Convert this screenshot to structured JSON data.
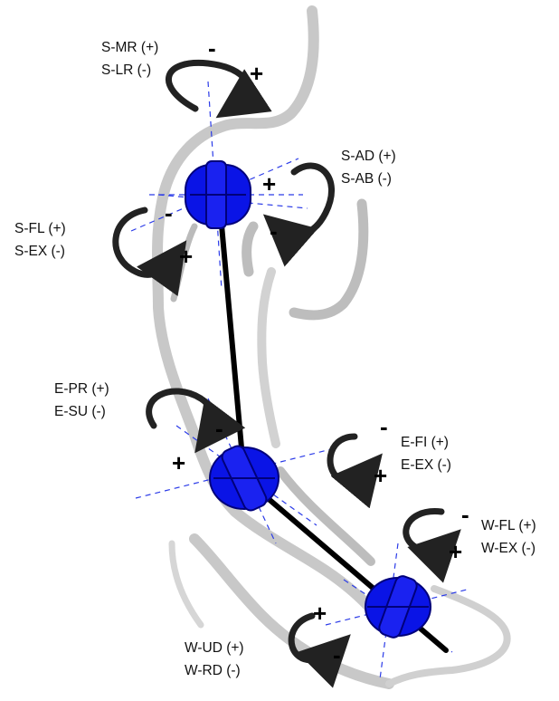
{
  "joints": [
    {
      "id": "shoulder",
      "labels": [
        "S-MR (+)",
        "S-LR (-)"
      ],
      "plus": "+",
      "minus": "-"
    },
    {
      "id": "shoulder-abduction",
      "labels": [
        "S-AD (+)",
        "S-AB (-)"
      ],
      "plus": "+",
      "minus": "-"
    },
    {
      "id": "shoulder-flexion",
      "labels": [
        "S-FL (+)",
        "S-EX (-)"
      ],
      "plus": "+",
      "minus": "-"
    },
    {
      "id": "elbow-pronation",
      "labels": [
        "E-PR (+)",
        "E-SU (-)"
      ],
      "plus": "+",
      "minus": "-"
    },
    {
      "id": "elbow-flexion",
      "labels": [
        "E-FI (+)",
        "E-EX (-)"
      ],
      "plus": "+",
      "minus": "-"
    },
    {
      "id": "wrist-flexion",
      "labels": [
        "W-FL (+)",
        "W-EX (-)"
      ],
      "plus": "+",
      "minus": "-"
    },
    {
      "id": "wrist-deviation",
      "labels": [
        "W-UD (+)",
        "W-RD (-)"
      ],
      "plus": "+",
      "minus": "-"
    }
  ],
  "colors": {
    "joint": "#0a14e6",
    "joint_dark": "#00007a",
    "axis": "#2b3be8",
    "outline": "#c8c8c8",
    "segment": "#000000",
    "arrow": "#222222"
  }
}
